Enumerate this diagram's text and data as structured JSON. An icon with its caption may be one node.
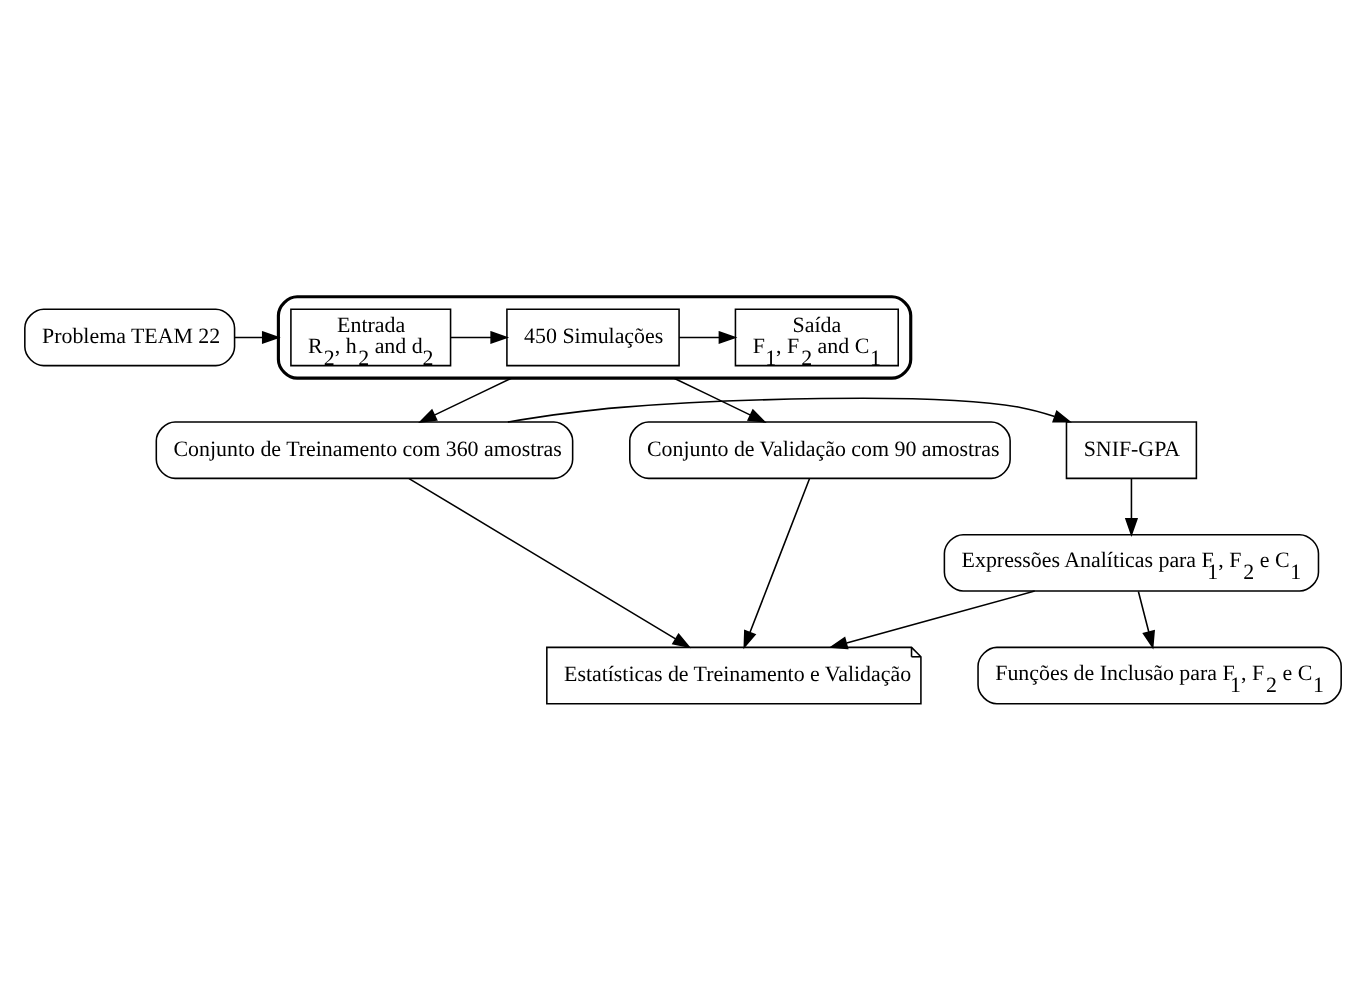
{
  "diagram": {
    "nodes": [
      {
        "text": [
          "Problema TEAM 22"
        ]
      },
      {
        "text": [],
        "shape": "ellipse"
      },
      {
        "text": [
          "Entrada",
          "R$_{2}$, h$_{2}$ and d$_{2}$"
        ],
        "in": 1
      },
      {
        "text": [
          "450 Simulações"
        ],
        "in": 1
      },
      {
        "text": [
          "Saída",
          "F$_{1}$, F$_{2}$ and C$_{1}$"
        ],
        "in": 1
      },
      {
        "text": [
          "SNIF-GPA"
        ]
      },
      {
        "text": [
          "Conjunto de Treinamento com 360 amostras"
        ]
      },
      {
        "text": [
          "Conjunto de Validação com 90 amostras"
        ]
      },
      {
        "text": [
          "Expressões Analíticas para F$_{1}$, F$_{2}$ e C$_{1}$"
        ]
      },
      {
        "text": [
          "Estatísticas de Treinamento e Validação"
        ]
      },
      {
        "text": [
          "Funções de Inclusão para F$_{1}$, F$_{2}$ e C$_{1}$"
        ]
      }
    ],
    "edges": [
      {
        "from": 0,
        "to": 1,
        "arrow": "to"
      },
      {
        "from": 2,
        "to": 3,
        "arrow": "to"
      },
      {
        "from": 3,
        "to": 4,
        "arrow": "to"
      },
      {
        "from": 1,
        "to": 6,
        "arrow": "to"
      },
      {
        "from": 1,
        "to": 7,
        "arrow": "to"
      },
      {
        "from": 6,
        "to": 5,
        "arrow": "to"
      },
      {
        "from": 5,
        "to": 8,
        "arrow": "to"
      },
      {
        "from": 8,
        "to": 10,
        "arrow": "to"
      },
      {
        "from": 6,
        "to": 9,
        "arrow": "to"
      },
      {
        "from": 7,
        "to": 9,
        "arrow": "to"
      },
      {
        "from": 8,
        "to": 9,
        "arrow": "to"
      }
    ]
  }
}
